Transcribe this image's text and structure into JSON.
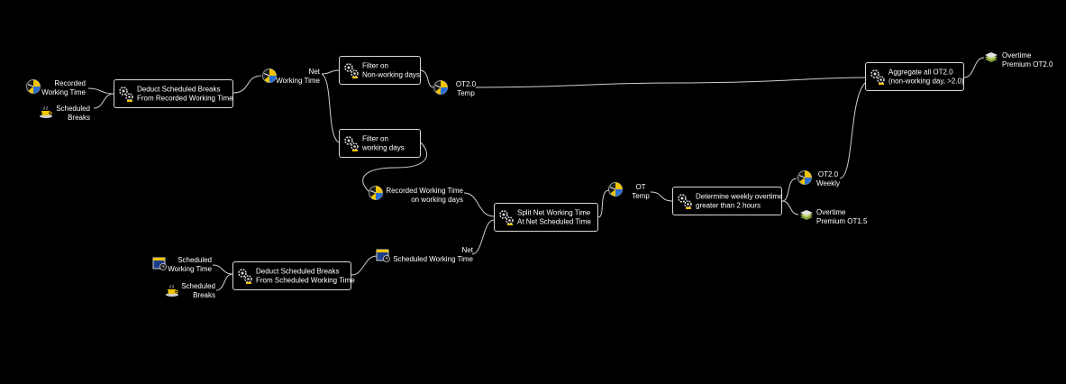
{
  "processes": {
    "deduct_recorded": [
      "Deduct Scheduled Breaks",
      "From Recorded Working Time"
    ],
    "filter_nonworking": [
      "Filter on",
      "Non-working days"
    ],
    "filter_working": [
      "Filter on",
      "working days"
    ],
    "aggregate_ot20": [
      "Aggregate all OT2.0",
      "(non-working day, >2.0)"
    ],
    "split_net": [
      "Split Net Working Time",
      "At Net Scheduled Time"
    ],
    "determine_weekly": [
      "Determine weekly overtime",
      "greater than 2 hours"
    ],
    "deduct_scheduled": [
      "Deduct Scheduled Breaks",
      "From Scheduled Working Time"
    ]
  },
  "data_labels": {
    "recorded_working_time": [
      "Recorded",
      "Working Time"
    ],
    "scheduled_breaks_1": [
      "Scheduled",
      "Breaks"
    ],
    "net_working_time": [
      "Net",
      "Working Time"
    ],
    "ot20_temp": [
      "OT2.0",
      "Temp"
    ],
    "recorded_on_working_days": [
      "Recorded Working Time",
      "on working days"
    ],
    "ot_temp": [
      "OT",
      "Temp"
    ],
    "ot20_weekly": [
      "OT2.0",
      "Weekly"
    ],
    "overtime_ot15": [
      "Overtime",
      "Premium OT1.5"
    ],
    "overtime_ot20": [
      "Overtime",
      "Premium OT2.0"
    ],
    "scheduled_working_time": [
      "Scheduled",
      "Working Time"
    ],
    "scheduled_breaks_2": [
      "Scheduled",
      "Breaks"
    ],
    "net_scheduled_working_time": [
      "Net",
      "Scheduled Working Time"
    ]
  },
  "icon_names": {
    "clock": "clock-pie-icon",
    "breaks": "coffee-cup-icon",
    "calendar": "calendar-icon",
    "output": "stack-output-icon",
    "process": "gears-process-icon"
  },
  "colors": {
    "background": "#000000",
    "line": "#d0d0d0",
    "pie_yellow": "#f2c400",
    "pie_blue": "#2a6fd6",
    "output_green": "#b7d36a"
  }
}
